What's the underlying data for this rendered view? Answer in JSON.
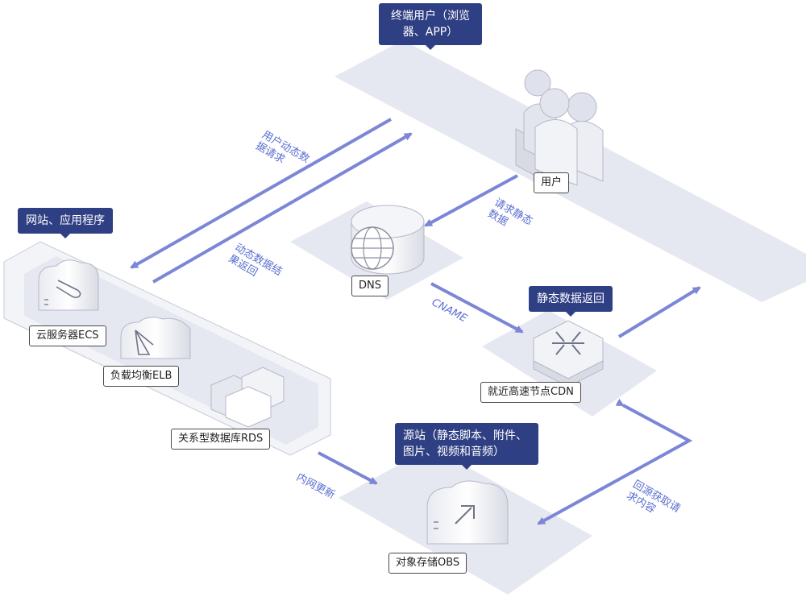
{
  "badges": {
    "end_user": "终端用户（浏览器、APP）",
    "website": "网站、应用程序",
    "static_return": "静态数据返回",
    "origin": "源站（静态脚本、附件、图片、视频和音频）"
  },
  "nodes": {
    "user": "用户",
    "dns": "DNS",
    "cdn": "就近高速节点CDN",
    "ecs": "云服务器ECS",
    "elb": "负载均衡ELB",
    "rds": "关系型数据库RDS",
    "obs": "对象存储OBS"
  },
  "flows": {
    "dynamic_request": "用户动态数据请求",
    "dynamic_return": "动态数据结果返回",
    "static_request": "请求静态数据",
    "cname": "CNAME",
    "internal_update": "内网更新",
    "back_to_origin": "回源获取请求内容"
  },
  "colors": {
    "badge_bg": "#2f3f83",
    "arrow": "#7c86d6",
    "plane": "#e6e8f1"
  }
}
